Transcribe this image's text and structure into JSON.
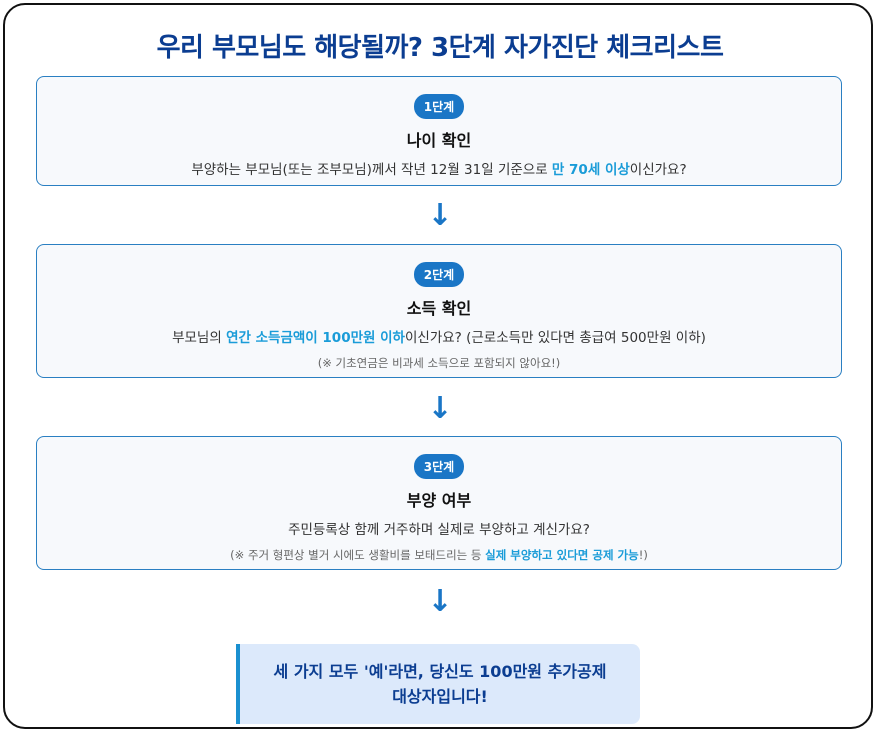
{
  "title": "우리 부모님도 해당될까? 3단계 자가진단 체크리스트",
  "steps": [
    {
      "badge": "1단계",
      "title": "나이 확인",
      "desc_pre": "부양하는 부모님(또는 조부모님)께서 작년 12월 31일 기준으로 ",
      "desc_hl": "만 70세 이상",
      "desc_post": "이신가요?"
    },
    {
      "badge": "2단계",
      "title": "소득 확인",
      "desc_pre": "부모님의 ",
      "desc_hl": "연간 소득금액이 100만원 이하",
      "desc_post": "이신가요? (근로소득만 있다면 총급여 500만원 이하)",
      "note_pre": "(※ 기초연금은 비과세 소득으로 포함되지 않아요!)",
      "note_hl": "",
      "note_post": ""
    },
    {
      "badge": "3단계",
      "title": "부양 여부",
      "desc_pre": "주민등록상 함께 거주하며 실제로 부양하고 계신가요?",
      "desc_hl": "",
      "desc_post": "",
      "note_pre": "(※ 주거 형편상 별거 시에도 생활비를 보태드리는 등 ",
      "note_hl": "실제 부양하고 있다면 공제 가능",
      "note_post": "!)"
    }
  ],
  "arrow_glyph": "↓",
  "result": {
    "line1": "세 가지 모두 '예'라면, 당신도 100만원 추가공제",
    "line2": "대상자입니다!"
  }
}
